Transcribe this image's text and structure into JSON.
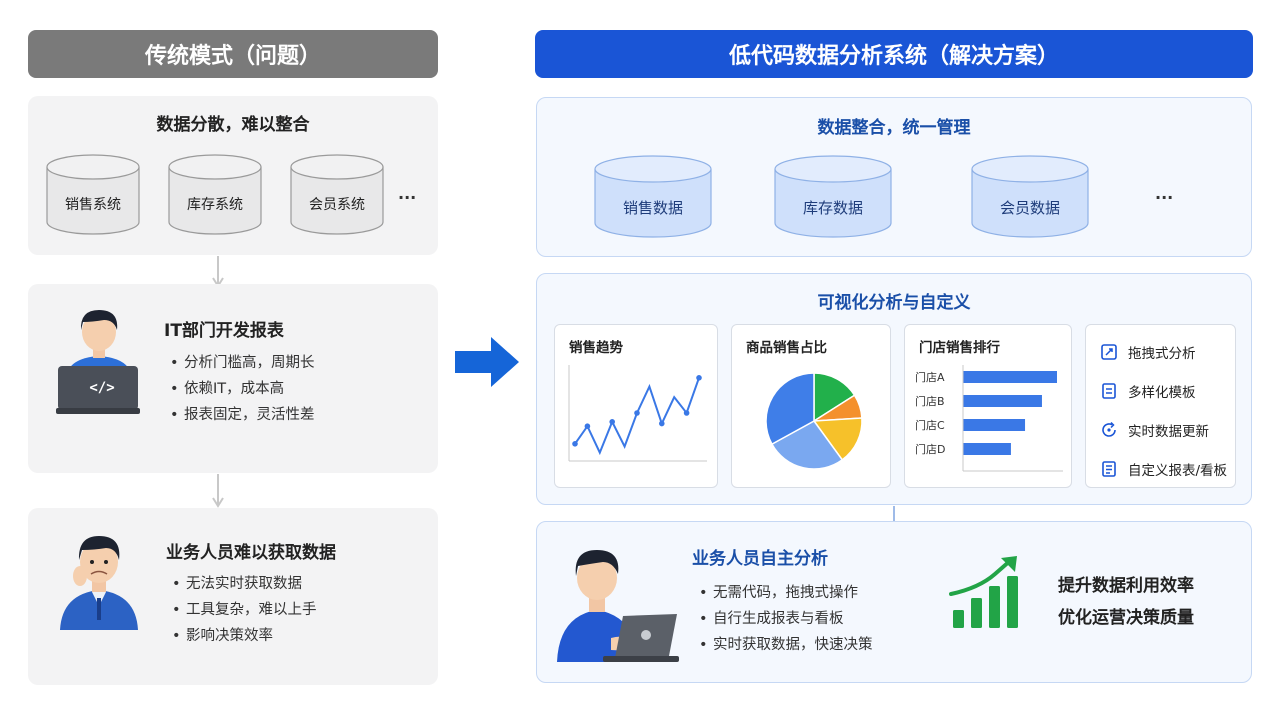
{
  "left": {
    "header": "传统模式（问题）",
    "section1": {
      "title": "数据分散，难以整合",
      "systems": [
        "销售系统",
        "库存系统",
        "会员系统"
      ],
      "more": "···"
    },
    "section2": {
      "title": "IT部门开发报表",
      "laptop_symbol": "</>",
      "bullets": [
        "分析门槛高，周期长",
        "依赖IT，成本高",
        "报表固定，灵活性差"
      ]
    },
    "section3": {
      "title": "业务人员难以获取数据",
      "bullets": [
        "无法实时获取数据",
        "工具复杂，难以上手",
        "影响决策效率"
      ]
    }
  },
  "right": {
    "header": "低代码数据分析系统（解决方案）",
    "section1": {
      "title": "数据整合，统一管理",
      "databases": [
        "销售数据",
        "库存数据",
        "会员数据"
      ],
      "more": "···"
    },
    "section2": {
      "title": "可视化分析与自定义",
      "line_card_title": "销售趋势",
      "pie_card_title": "商品销售占比",
      "bar_card_title": "门店销售排行",
      "features": [
        "拖拽式分析",
        "多样化模板",
        "实时数据更新",
        "自定义报表/看板"
      ]
    },
    "section3": {
      "title": "业务人员自主分析",
      "bullets": [
        "无需代码，拖拽式操作",
        "自行生成报表与看板",
        "实时获取数据，快速决策"
      ],
      "benefits": [
        "提升数据利用效率",
        "优化运营决策质量"
      ]
    }
  },
  "chart_data": [
    {
      "type": "line",
      "title": "销售趋势",
      "values": [
        0.15,
        0.35,
        0.05,
        0.4,
        0.12,
        0.5,
        0.8,
        0.38,
        0.68,
        0.5,
        0.9
      ]
    },
    {
      "type": "pie",
      "title": "商品销售占比",
      "values": [
        0.16,
        0.08,
        0.16,
        0.27,
        0.33
      ],
      "colors": [
        "#22b04b",
        "#f4902c",
        "#f6c12a",
        "#7aa8f0",
        "#3f7ee8"
      ]
    },
    {
      "type": "bar",
      "title": "门店销售排行",
      "categories": [
        "门店A",
        "门店B",
        "门店C",
        "门店D"
      ],
      "values": [
        100,
        84,
        66,
        51
      ]
    }
  ],
  "colors": {
    "left_header": "#7a7a7a",
    "right_header": "#1a55d6",
    "accent_blue": "#3a78e6",
    "arrow_blue": "#1565d8",
    "growth_green": "#22a447"
  }
}
